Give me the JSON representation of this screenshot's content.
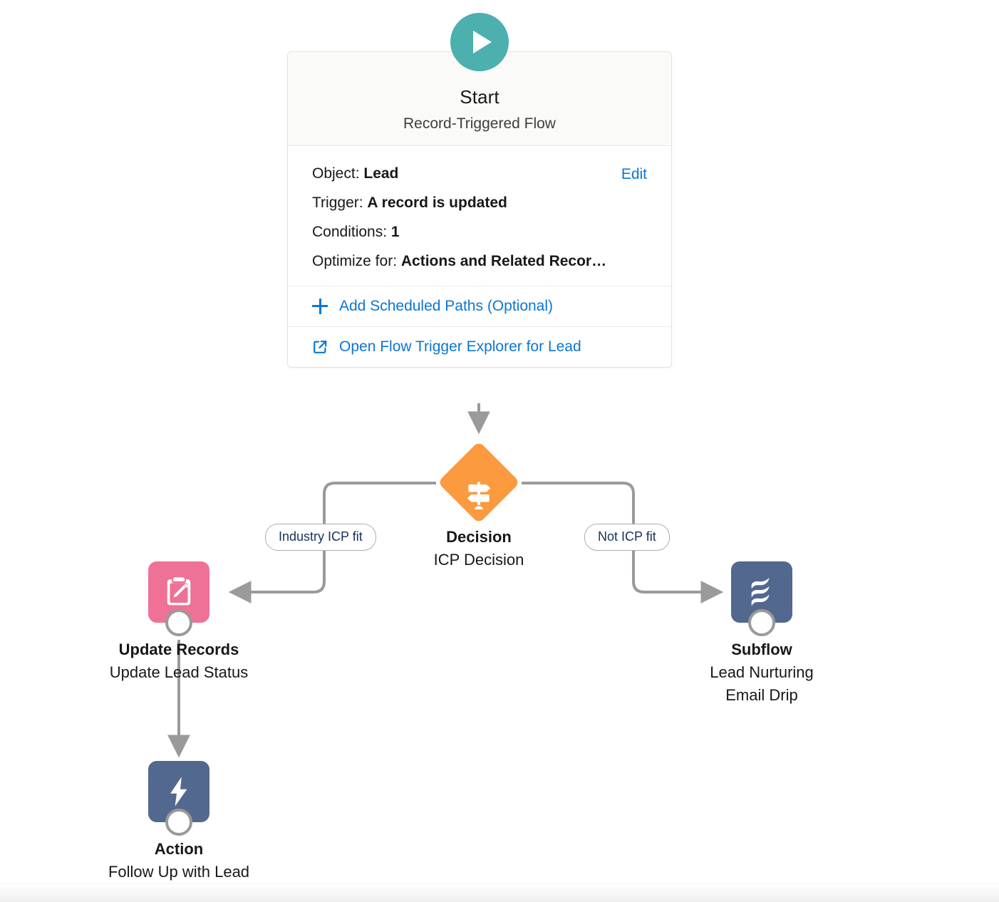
{
  "canvas": {
    "title": "Flow Builder Canvas",
    "background_color": "#ffffff"
  },
  "colors": {
    "start_teal": "#4cb0af",
    "decision_orange": "#fb9a3f",
    "update_records_pink": "#ef7196",
    "subflow_slate": "#53688f",
    "action_slate": "#53688f",
    "link_blue": "#0b76d4",
    "connector_gray": "#9a9a9a",
    "pill_text_navy": "#14325c"
  },
  "start_node": {
    "icon": "play-icon",
    "title": "Start",
    "subtitle": "Record-Triggered Flow",
    "edit_label": "Edit",
    "details": [
      {
        "label": "Object:",
        "value": "Lead"
      },
      {
        "label": "Trigger:",
        "value": "A record is updated"
      },
      {
        "label": "Conditions:",
        "value": "1"
      },
      {
        "label": "Optimize for:",
        "value": "Actions and Related Recor…"
      }
    ],
    "actions": [
      {
        "icon": "plus-icon",
        "label": "Add Scheduled Paths (Optional)"
      },
      {
        "icon": "external-link-icon",
        "label": "Open Flow Trigger Explorer for Lead"
      }
    ]
  },
  "decision_node": {
    "icon": "signpost-icon",
    "name": "Decision",
    "description": "ICP Decision",
    "branches": [
      {
        "label": "Industry ICP fit",
        "side": "left"
      },
      {
        "label": "Not ICP fit",
        "side": "right"
      }
    ]
  },
  "nodes": [
    {
      "id": "update-records",
      "icon": "clipboard-pencil-icon",
      "name": "Update Records",
      "description": "Update Lead Status",
      "color": "#ef7196"
    },
    {
      "id": "subflow",
      "icon": "flow-waves-icon",
      "name": "Subflow",
      "description": "Lead Nurturing",
      "description_line2": "Email Drip",
      "color": "#53688f"
    },
    {
      "id": "action",
      "icon": "lightning-bolt-icon",
      "name": "Action",
      "description": "Follow Up with Lead",
      "color": "#53688f"
    }
  ]
}
